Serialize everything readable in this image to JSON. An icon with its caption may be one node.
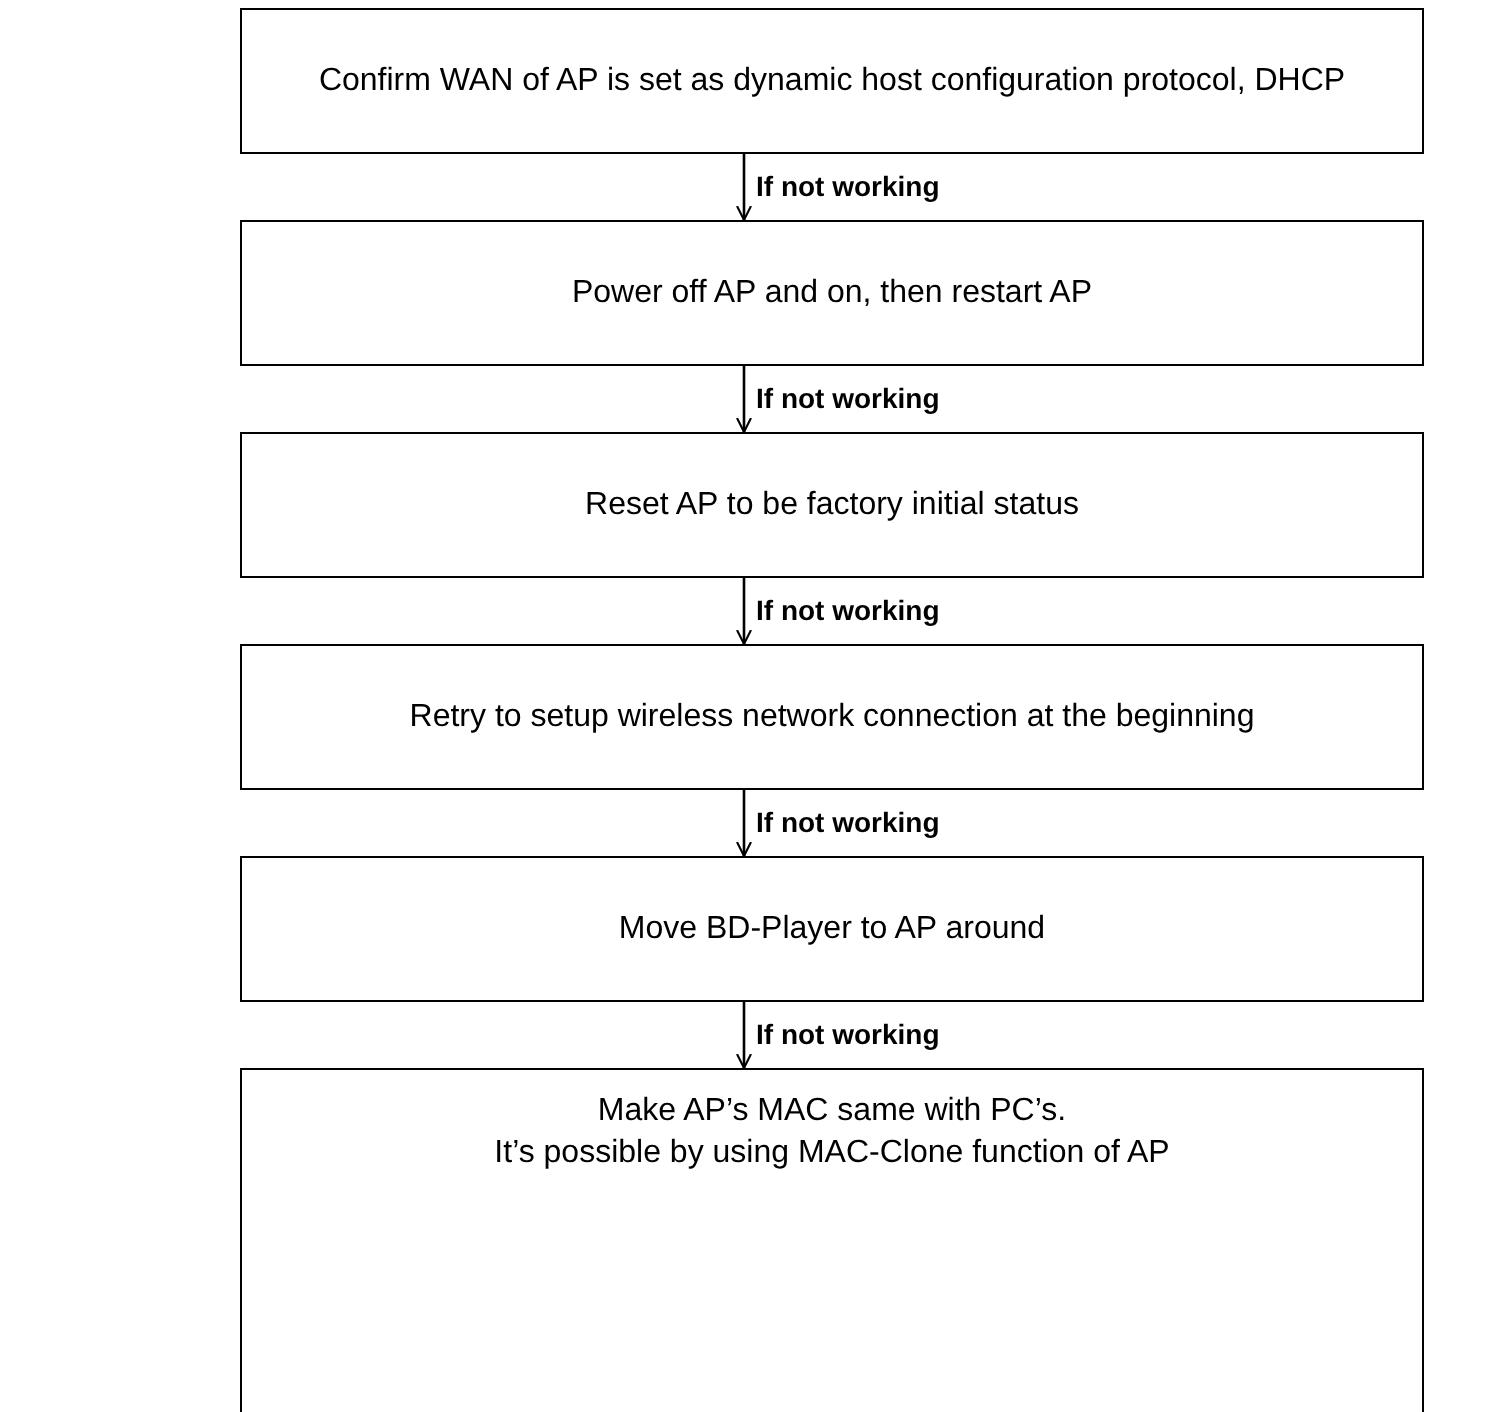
{
  "diagram": {
    "nodes": [
      {
        "text": [
          "Confirm WAN of AP is set as dynamic host configuration protocol, DHCP"
        ]
      },
      {
        "text": [
          "Power off AP and on, then restart AP"
        ]
      },
      {
        "text": [
          "Reset AP to be factory initial status"
        ]
      },
      {
        "text": [
          "Retry to setup wireless network connection at the beginning"
        ]
      },
      {
        "text": [
          "Move BD-Player to AP around"
        ]
      },
      {
        "text": [
          "Make AP’s MAC same with PC’s.",
          "It’s possible by using MAC-Clone function of AP"
        ]
      }
    ],
    "edges": [
      {
        "from": 0,
        "to": 1,
        "arrow": "to",
        "label": "If not working"
      },
      {
        "from": 1,
        "to": 2,
        "arrow": "to",
        "label": "If not working"
      },
      {
        "from": 2,
        "to": 3,
        "arrow": "to",
        "label": "If not working"
      },
      {
        "from": 3,
        "to": 4,
        "arrow": "to",
        "label": "If not working"
      },
      {
        "from": 4,
        "to": 5,
        "arrow": "to",
        "label": "If not working"
      }
    ]
  }
}
